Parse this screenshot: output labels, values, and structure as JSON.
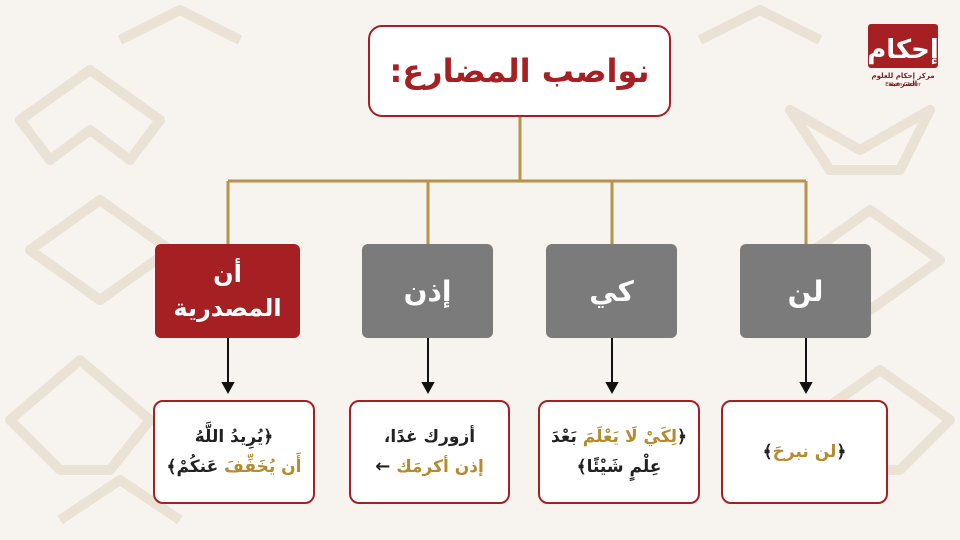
{
  "title": "نواصب المضارع:",
  "logo": {
    "name": "إحكام",
    "subtitle": "مركز إحكام للعلوم الشرعية",
    "tagline": "Ehkam Center"
  },
  "categories": [
    {
      "id": "an",
      "label_line1": "أن",
      "label_line2": "المصدرية"
    },
    {
      "id": "idhan",
      "label": "إذن"
    },
    {
      "id": "kay",
      "label": "كي"
    },
    {
      "id": "lan",
      "label": "لن"
    }
  ],
  "examples": {
    "an": {
      "line1": "﴿يُرِيدُ اللَّهُ",
      "line2_highlight": "أَن يُخَفِّفَ",
      "line2_rest": "عَنكُمْ﴾"
    },
    "idhan": {
      "line1": "أزورك غدًا،",
      "arrow": "←",
      "line2_highlight": "إذن أكرمَك"
    },
    "kay": {
      "line1_open": "﴿",
      "line1_highlight": "لِكَيْ لَا يَعْلَمَ",
      "line1_rest": "بَعْدَ",
      "line2": "عِلْمٍ شَيْئًا﴾"
    },
    "lan": {
      "open": "﴿",
      "highlight": "لن نبرحَ",
      "close": "﴾"
    }
  },
  "colors": {
    "accent": "#a61f22",
    "gold": "#b68a2e",
    "gray": "#7b7b7b",
    "background": "#f7f3ee"
  }
}
